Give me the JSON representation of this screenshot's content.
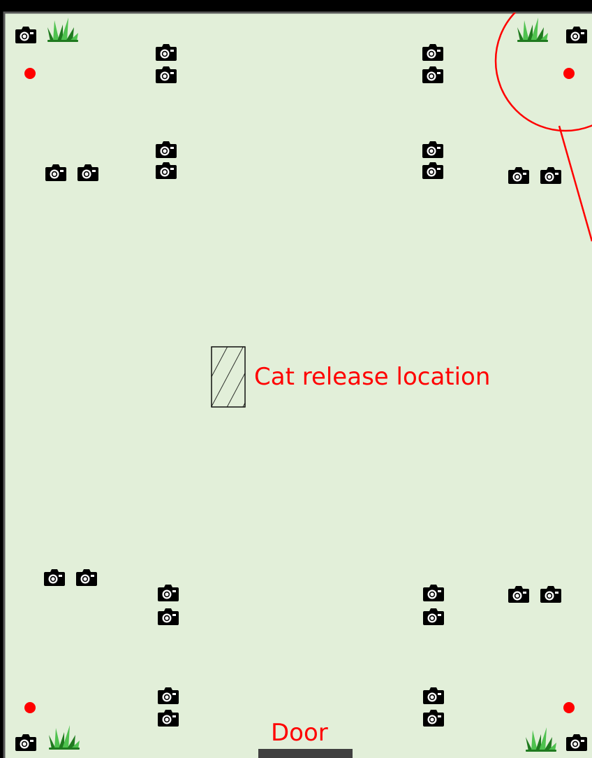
{
  "labels": {
    "release": "Cat release location",
    "door": "Door"
  },
  "icons": {
    "camera": "camera-icon",
    "grass": "grass-icon",
    "marker": "red-dot-marker"
  },
  "colors": {
    "background": "#000000",
    "floor": "#e2efd9",
    "floor_border": "#5a5a5a",
    "camera": "#000000",
    "marker": "#ff0000",
    "callout": "#ff0000",
    "grass_dark": "#1f7a1f",
    "grass_light": "#4fc24f",
    "door": "#404040"
  }
}
